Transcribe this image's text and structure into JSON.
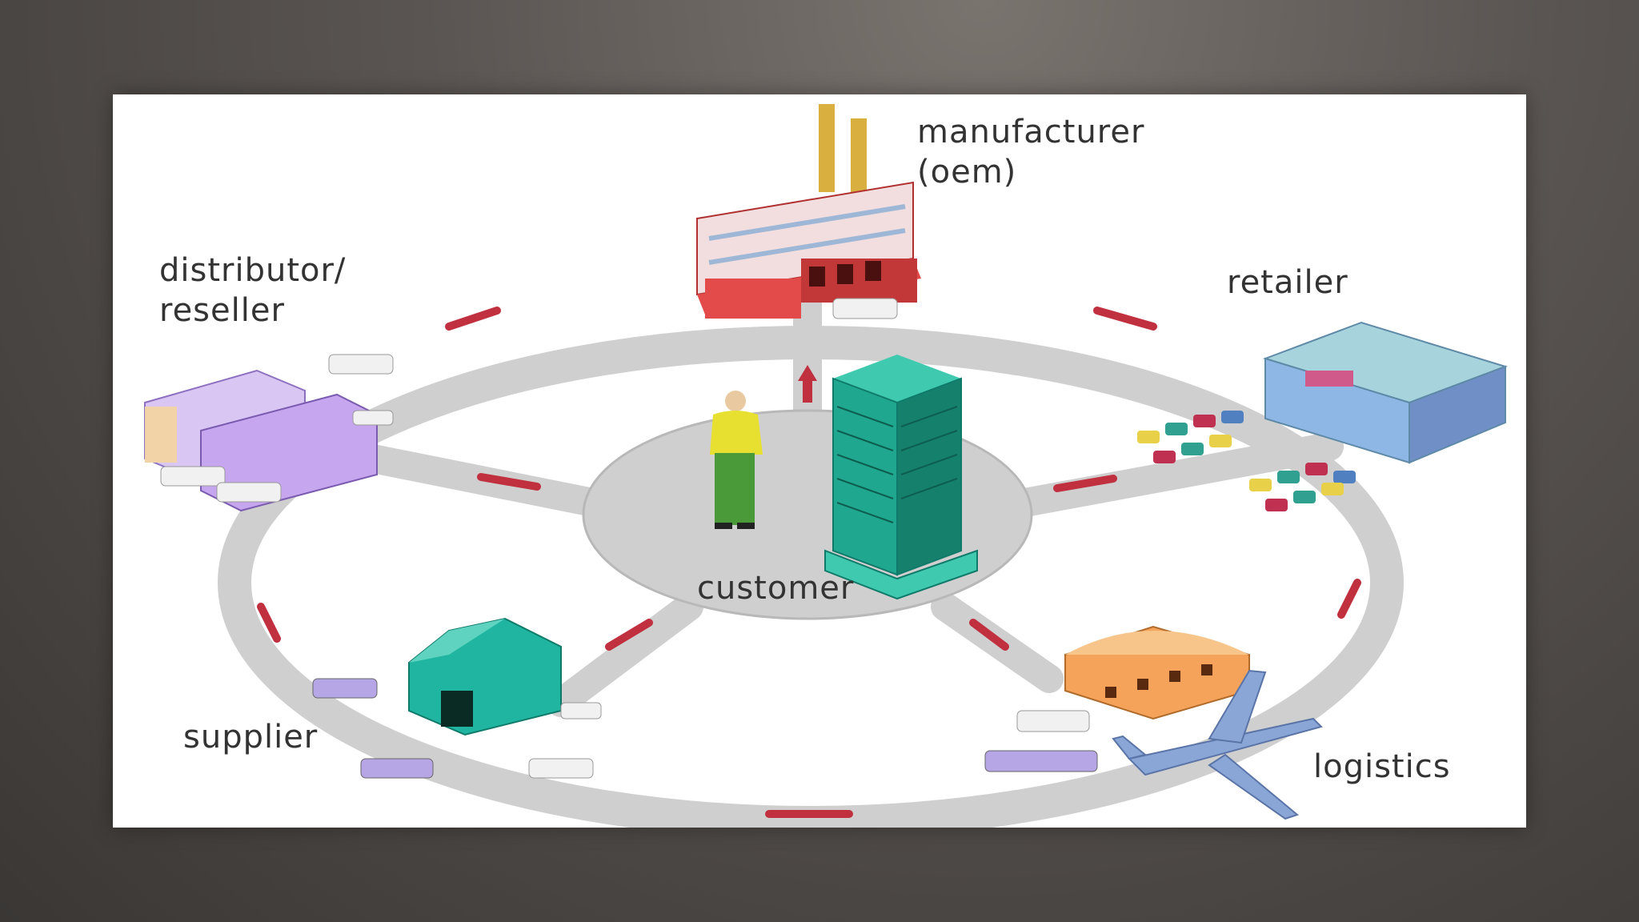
{
  "nodes": {
    "manufacturer": {
      "line1": "manufacturer",
      "line2": "(oem)"
    },
    "distributor": {
      "line1": "distributor/",
      "line2": "reseller"
    },
    "retailer": {
      "label": "retailer"
    },
    "supplier": {
      "label": "supplier"
    },
    "logistics": {
      "label": "logistics"
    },
    "customer": {
      "label": "customer"
    }
  },
  "colors": {
    "road": "#cfcfcf",
    "road_marker": "#c0303f",
    "hub": "#cfcfcf",
    "factory": "#e34a4a",
    "distributor": "#c7a6f0",
    "retailer": "#8fb7e6",
    "supplier": "#1fb5a0",
    "logistics": "#f5a35a",
    "tower": "#1fa88f"
  }
}
